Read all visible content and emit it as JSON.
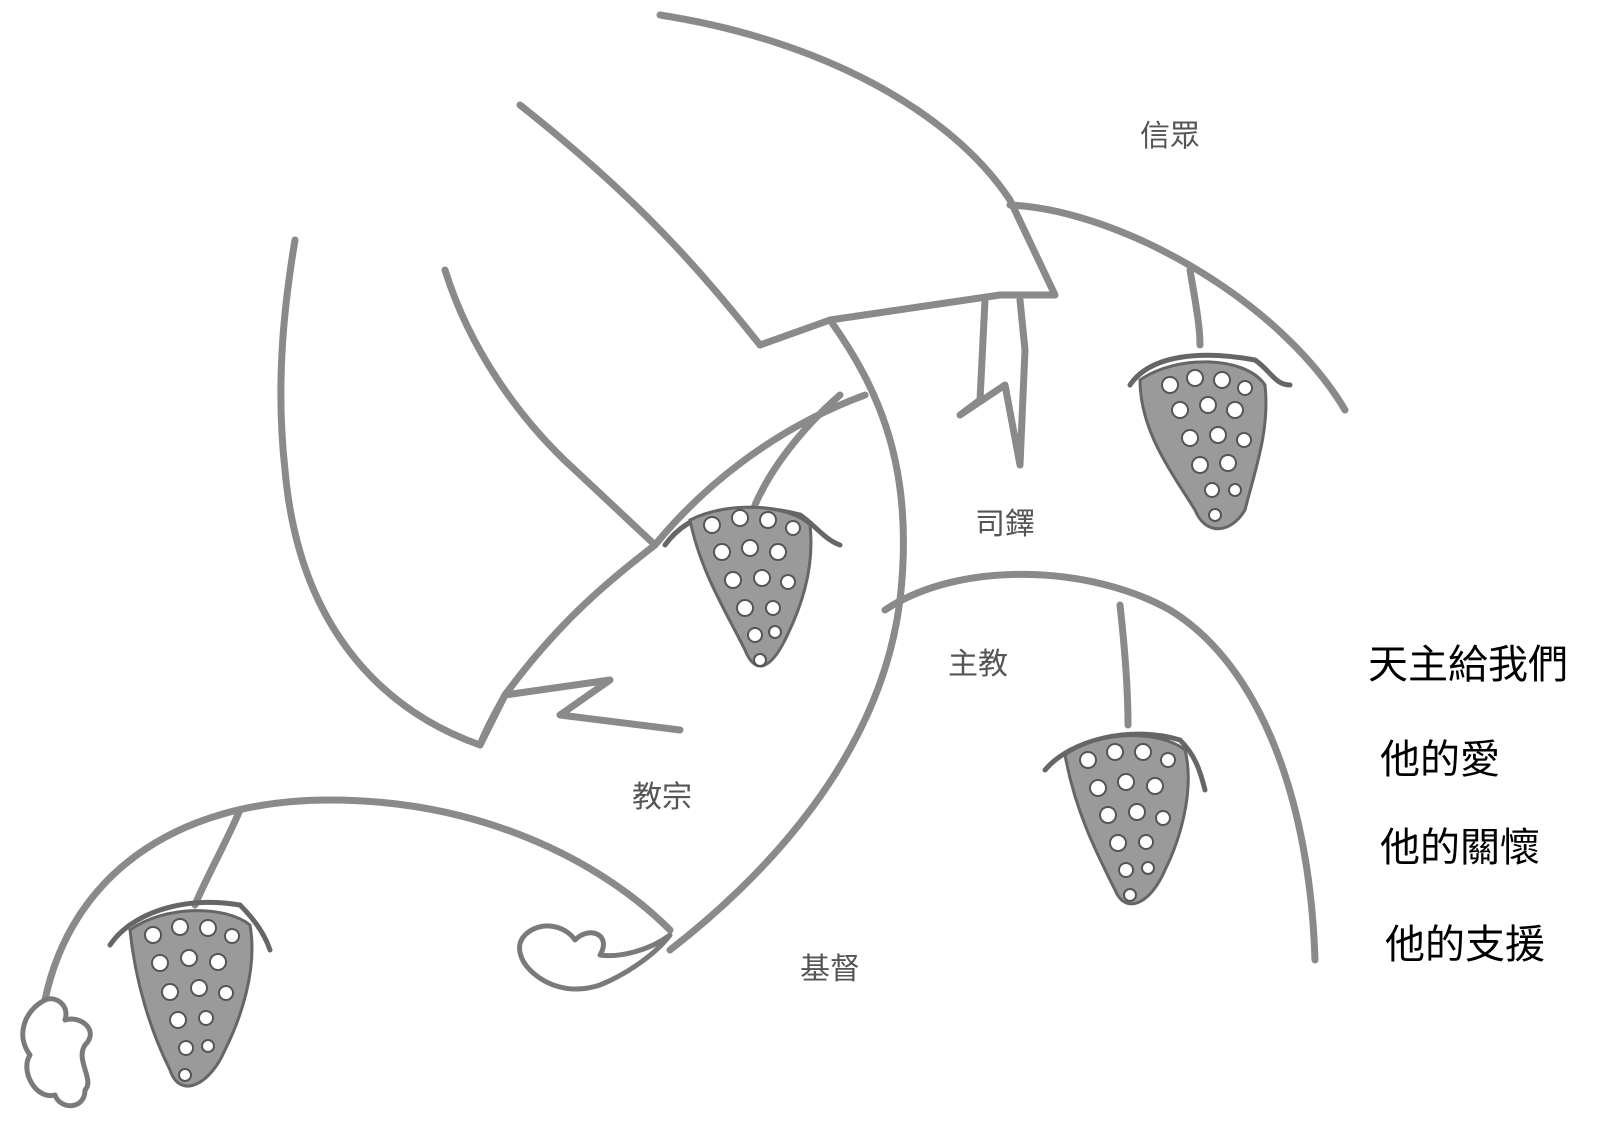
{
  "labels": {
    "faithful": "信眾",
    "priest": "司鐸",
    "bishop": "主教",
    "pope": "教宗",
    "christ": "基督"
  },
  "message": {
    "line1": "天主給我們",
    "line2": "他的愛",
    "line3": "他的關懷",
    "line4": "他的支援"
  },
  "colors": {
    "stroke": "#8a8a8a",
    "grape": "#9a9a9a",
    "message_text": "#000000",
    "label_text": "#555555"
  }
}
